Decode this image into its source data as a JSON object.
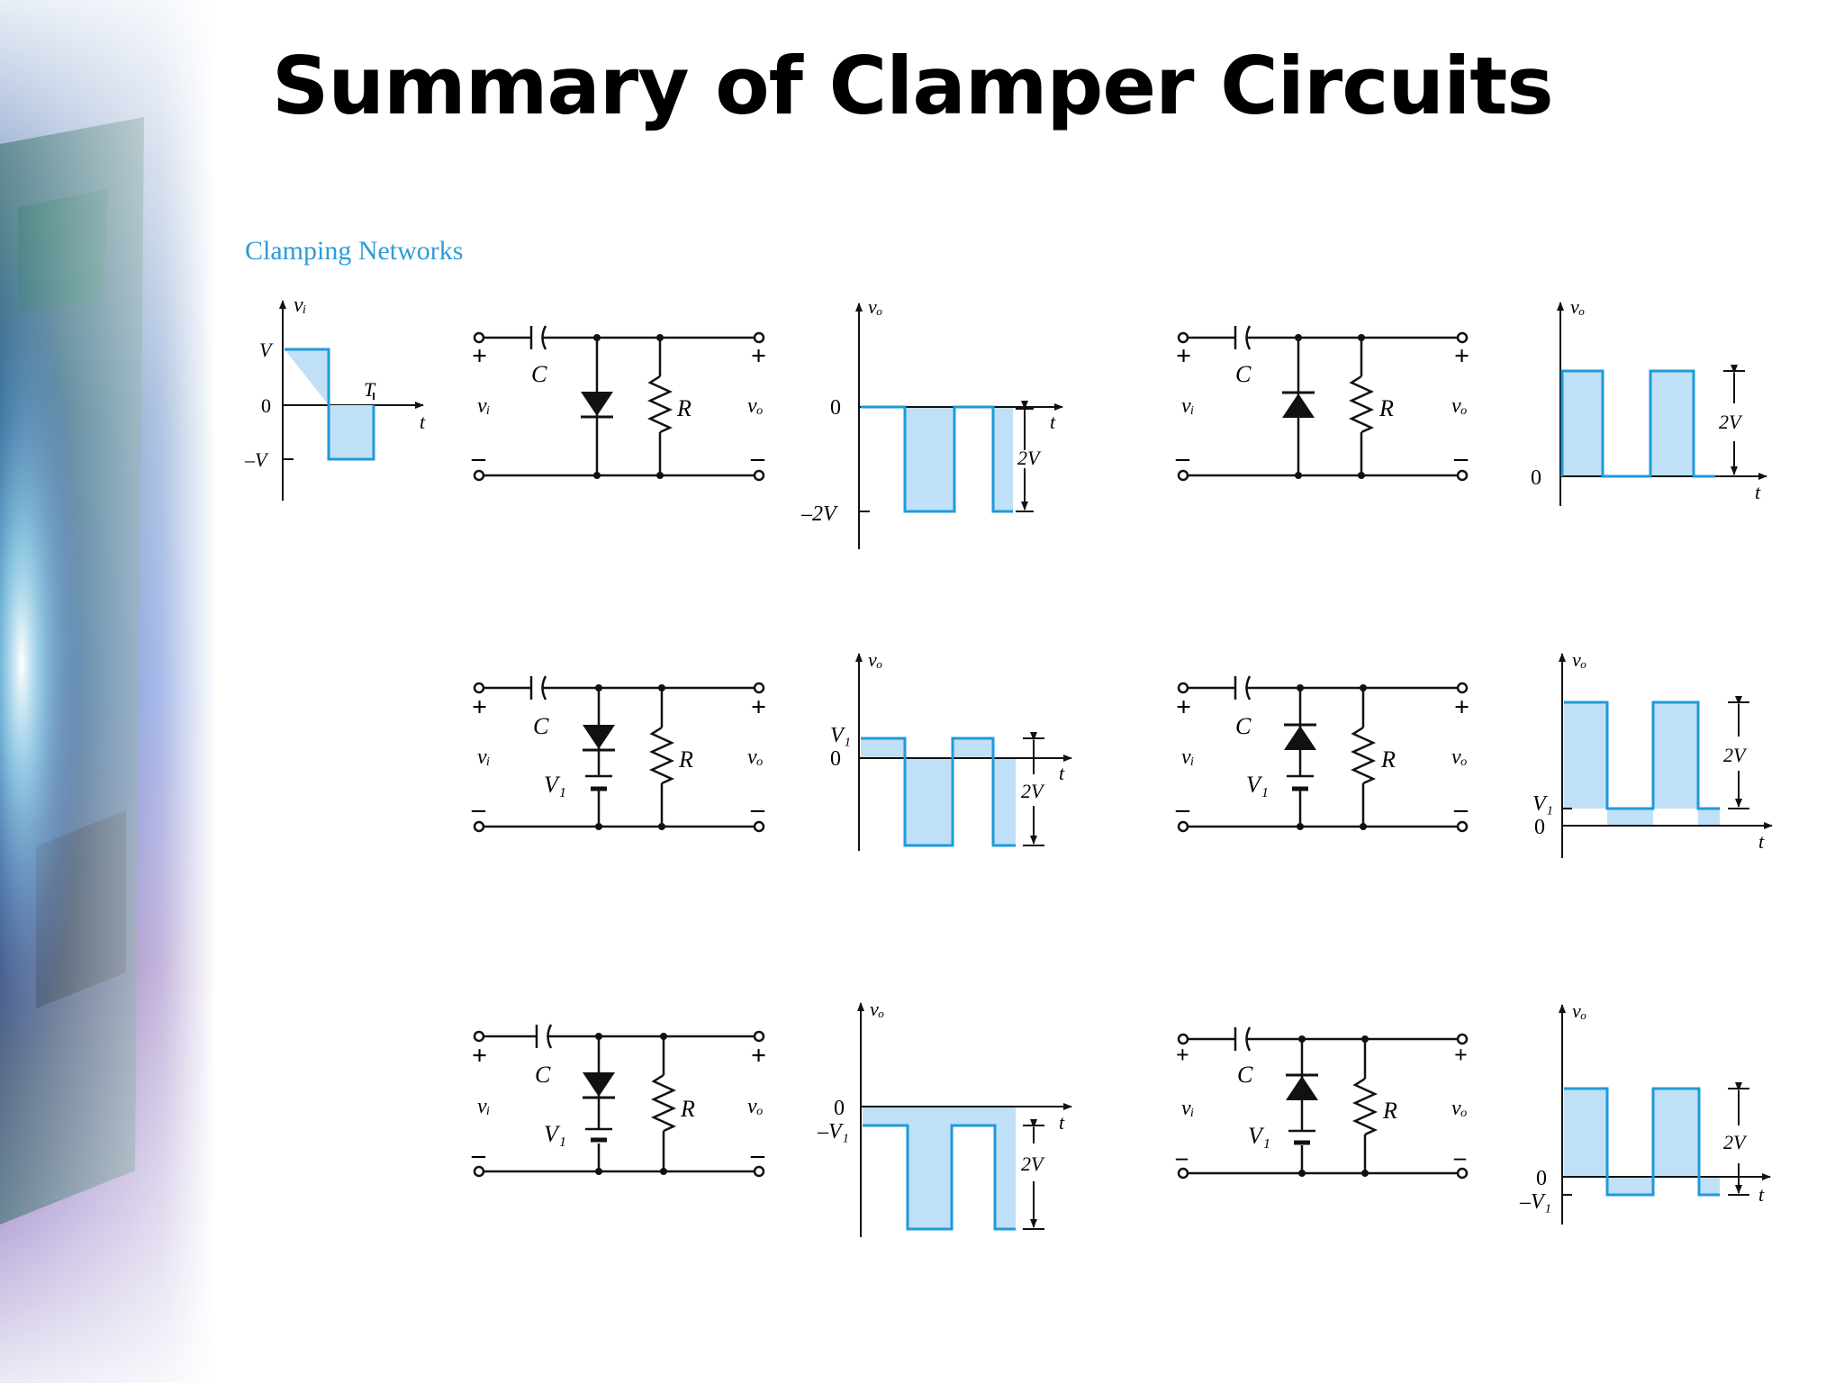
{
  "slide": {
    "title": "Summary of Clamper Circuits",
    "section_label": "Clamping Networks"
  },
  "colors": {
    "fill": "#bfe0f7",
    "trace": "#1f9ad9",
    "ink": "#111111",
    "section_label": "#2e9bd6"
  },
  "input": {
    "axis_y": "vᵢ",
    "axis_x": "t",
    "level_pos": "V",
    "level_zero": "0",
    "level_neg": "–V",
    "period": "T"
  },
  "circuit_labels": {
    "capacitor": "C",
    "resistor": "R",
    "input": "vᵢ",
    "output": "vₒ",
    "battery": "V₁",
    "plus": "+",
    "minus": "–"
  },
  "output_axes": {
    "y": "vₒ",
    "x": "t",
    "swing": "2V"
  },
  "graphs": {
    "g1": {
      "zero": "0",
      "neg": "–2V"
    },
    "g2": {
      "zero": "0"
    },
    "g3": {
      "v1": "V₁",
      "zero": "0"
    },
    "g4": {
      "v1": "V₁",
      "zero": "0"
    },
    "g5": {
      "zero": "0",
      "negv1": "–V₁"
    },
    "g6": {
      "zero": "0",
      "negv1": "–V₁"
    }
  },
  "clampers": [
    {
      "diode": "down",
      "battery": "none",
      "output_high": 0,
      "output_low": -2
    },
    {
      "diode": "up",
      "battery": "none",
      "output_high": 2,
      "output_low": 0
    },
    {
      "diode": "down",
      "battery": "V1",
      "output_high": "V1",
      "output_low": "V1-2V"
    },
    {
      "diode": "up",
      "battery": "V1",
      "output_high": "V1+2V",
      "output_low": "V1"
    },
    {
      "diode": "down",
      "battery": "V1",
      "output_high": "-V1",
      "output_low": "-V1-2V"
    },
    {
      "diode": "up",
      "battery": "V1",
      "output_high": "2V-V1",
      "output_low": "-V1"
    }
  ]
}
